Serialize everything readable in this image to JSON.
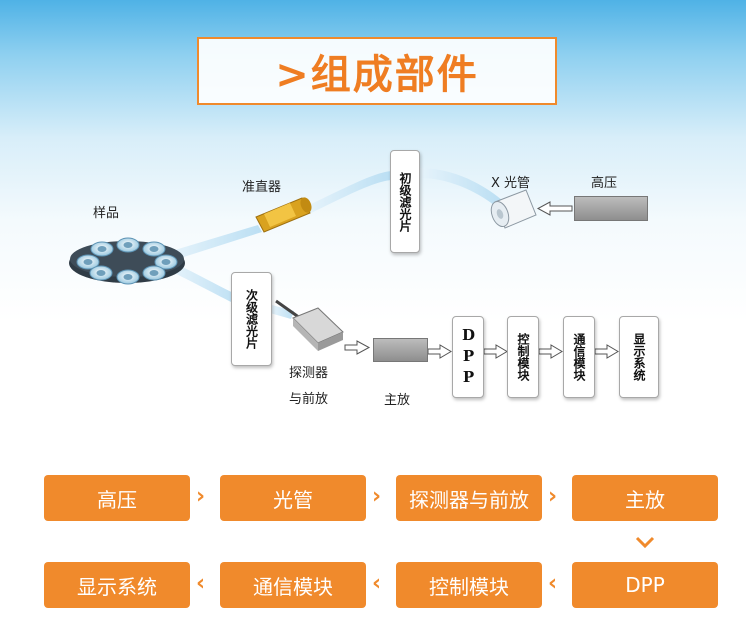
{
  "title": ">组成部件",
  "diagram": {
    "sample": "样品",
    "collimator": "准直器",
    "xray_tube": "X 光管",
    "high_voltage": "高压",
    "primary_filter": "初级滤光片",
    "secondary_filter": "次级滤光片",
    "detector_line1": "探测器",
    "detector_line2": "与前放",
    "main_amp": "主放",
    "dpp": "DPP",
    "control_module": "控制模块",
    "comm_module": "通信模块",
    "display_system": "显示系统"
  },
  "flow": {
    "row1": [
      "高压",
      "光管",
      "探测器与前放",
      "主放"
    ],
    "row2": [
      "显示系统",
      "通信模块",
      "控制模块",
      "DPP"
    ]
  },
  "colors": {
    "accent": "#f08a2c",
    "title_text": "#ef7d22"
  }
}
